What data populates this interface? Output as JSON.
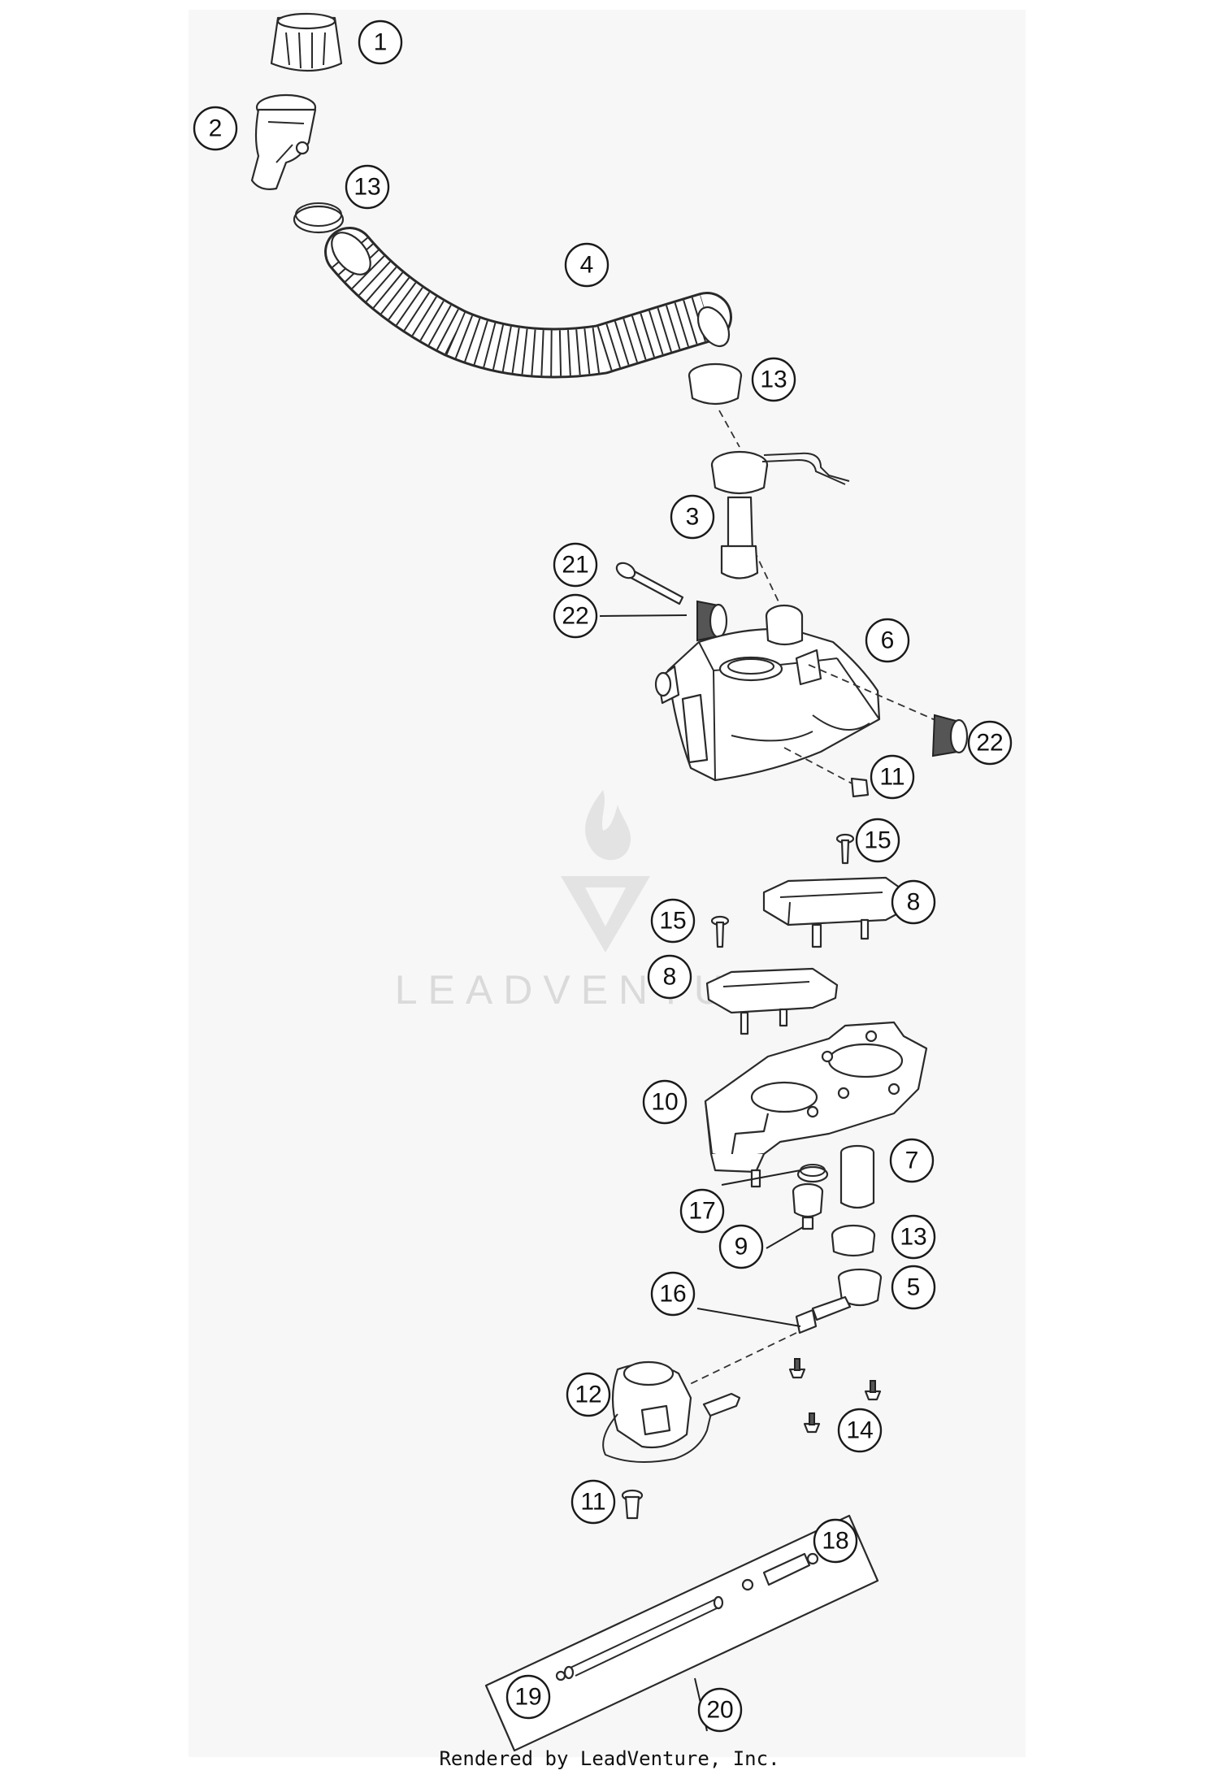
{
  "diagram": {
    "callouts": [
      "1",
      "2",
      "13",
      "4",
      "13",
      "3",
      "21",
      "22",
      "6",
      "22",
      "11",
      "15",
      "8",
      "15",
      "8",
      "10",
      "7",
      "17",
      "9",
      "13",
      "16",
      "5",
      "12",
      "14",
      "11",
      "18",
      "19",
      "20"
    ]
  },
  "watermark": {
    "text": "LEADVENTURE"
  },
  "footer": {
    "text": "Rendered by LeadVenture, Inc."
  }
}
